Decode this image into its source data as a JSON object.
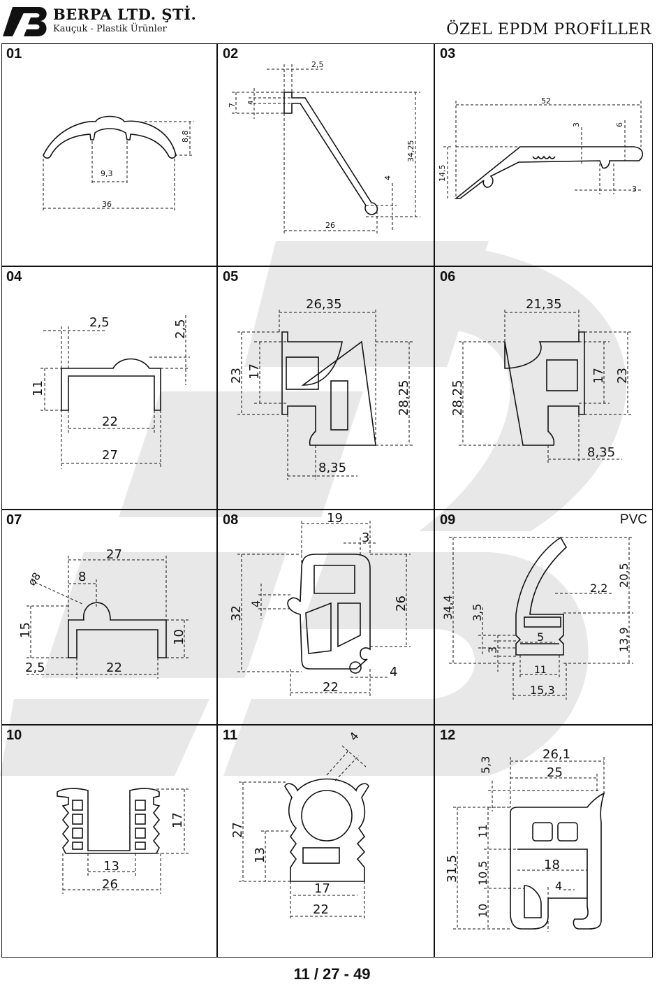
{
  "company": {
    "name": "BERPA LTD. ŞTİ.",
    "subtitle": "Kauçuk - Plastik Ürünler"
  },
  "catalog_title": "ÖZEL EPDM PROFİLLER",
  "page_number": "11 / 27 - 49",
  "colors": {
    "ink": "#111111",
    "watermark": "#e6e6e6"
  },
  "cells": [
    {
      "id": "01",
      "dims": [
        "8,8",
        "9,3",
        "36"
      ]
    },
    {
      "id": "02",
      "dims": [
        "2,5",
        "7",
        "4",
        "34,25",
        "4",
        "26"
      ]
    },
    {
      "id": "03",
      "dims": [
        "52",
        "3",
        "6",
        "14,5",
        "3"
      ]
    },
    {
      "id": "04",
      "dims": [
        "2,5",
        "2,5",
        "11",
        "22",
        "27"
      ]
    },
    {
      "id": "05",
      "dims": [
        "26,35",
        "23",
        "17",
        "28,25",
        "8,35"
      ]
    },
    {
      "id": "06",
      "dims": [
        "21,35",
        "28,25",
        "17",
        "23",
        "8,35"
      ]
    },
    {
      "id": "07",
      "dims": [
        "27",
        "ø8",
        "8",
        "15",
        "10",
        "2,5",
        "22"
      ]
    },
    {
      "id": "08",
      "dims": [
        "19",
        "3",
        "32",
        "4",
        "26",
        "22",
        "4"
      ]
    },
    {
      "id": "09",
      "note": "PVC",
      "dims": [
        "20,5",
        "2,2",
        "34,4",
        "3,5",
        "5",
        "13,9",
        "3",
        "11",
        "15,3"
      ]
    },
    {
      "id": "10",
      "dims": [
        "17",
        "13",
        "26"
      ]
    },
    {
      "id": "11",
      "dims": [
        "4",
        "27",
        "13",
        "17",
        "22"
      ]
    },
    {
      "id": "12",
      "dims": [
        "26,1",
        "5,3",
        "25",
        "11",
        "31,5",
        "18",
        "10,5",
        "4",
        "10"
      ]
    }
  ]
}
